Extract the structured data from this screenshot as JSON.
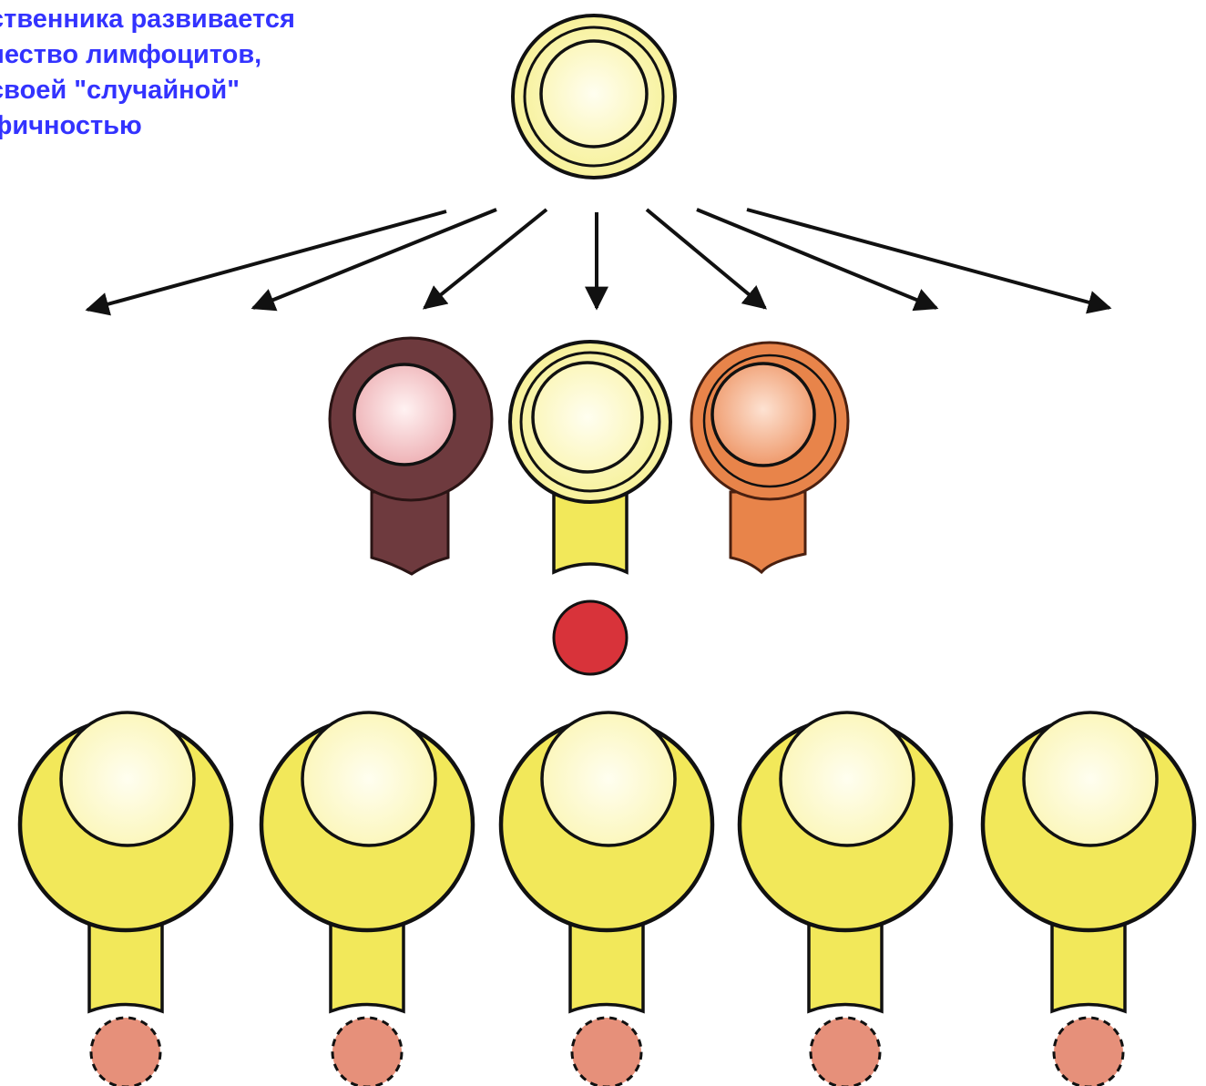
{
  "caption": {
    "lines": [
      "ственника развивается",
      "чество лимфоцитов,",
      "своей \"случайной\"",
      "фичностью"
    ]
  },
  "colors": {
    "cell_yellow": "#f2e85a",
    "cell_yellow_light": "#fbf6c4",
    "cell_brown": "#6e3a3e",
    "nucleus_pink": "#f0c0c4",
    "cell_orange": "#e8844a",
    "nucleus_orange": "#f4b090",
    "antigen_red": "#d8333a",
    "bound_antigen_salmon": "#e6907a",
    "caption_blue": "#3333ff",
    "outline": "#111111"
  },
  "diagram": {
    "progenitor_cell": "lymphocyte-progenitor",
    "arrow_count": 7,
    "shown_lymphocyte_variants": [
      "brown-receptor",
      "yellow-receptor",
      "orange-receptor"
    ],
    "antigen": "red-antigen",
    "clone_count": 5
  }
}
